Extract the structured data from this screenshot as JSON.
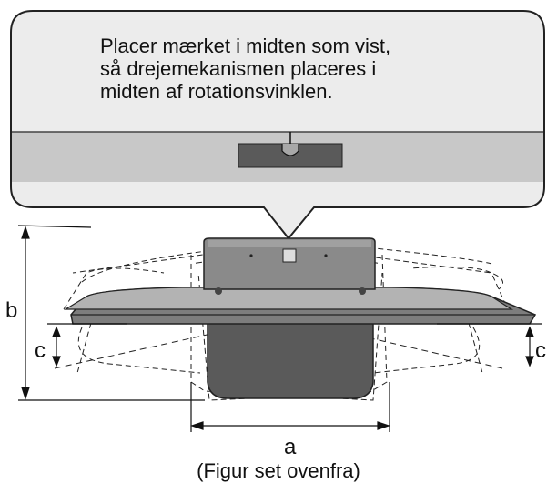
{
  "callout": {
    "lines": [
      "Placer mærket i midten som vist,",
      "så drejemekanismen placeres i",
      "midten af rotationsvinklen."
    ]
  },
  "dimensions": {
    "a": "a",
    "b": "b",
    "c_left": "c",
    "c_right": "c"
  },
  "caption": "(Figur set ovenfra)",
  "colors": {
    "callout_fill": "#ececec",
    "band": "#c8c8c8",
    "stand": "#5a5a5a",
    "tv_body": "#7d7d7d",
    "tv_top": "#b3b3b3",
    "marker": "#3f3f3f",
    "outline": "#222222"
  }
}
